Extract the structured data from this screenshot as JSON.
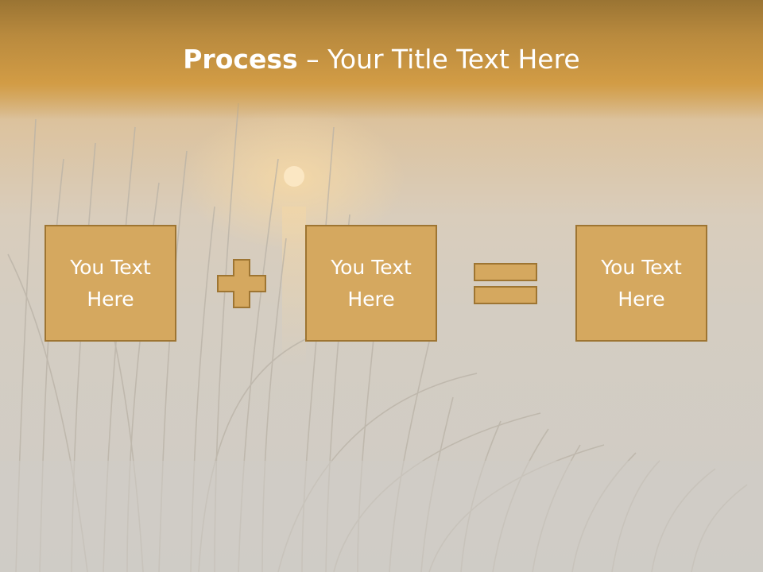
{
  "slide": {
    "title_bold": "Process",
    "title_rest": " – Your Title Text Here"
  },
  "process": {
    "boxes": [
      {
        "text": "You Text Here"
      },
      {
        "text": "You Text Here"
      },
      {
        "text": "You Text Here"
      }
    ],
    "operators": [
      "plus-icon",
      "equals-icon"
    ]
  },
  "colors": {
    "title_band": "#c9953f",
    "box_fill": "#d5a85f",
    "box_border": "#9e7532",
    "text": "#ffffff"
  }
}
